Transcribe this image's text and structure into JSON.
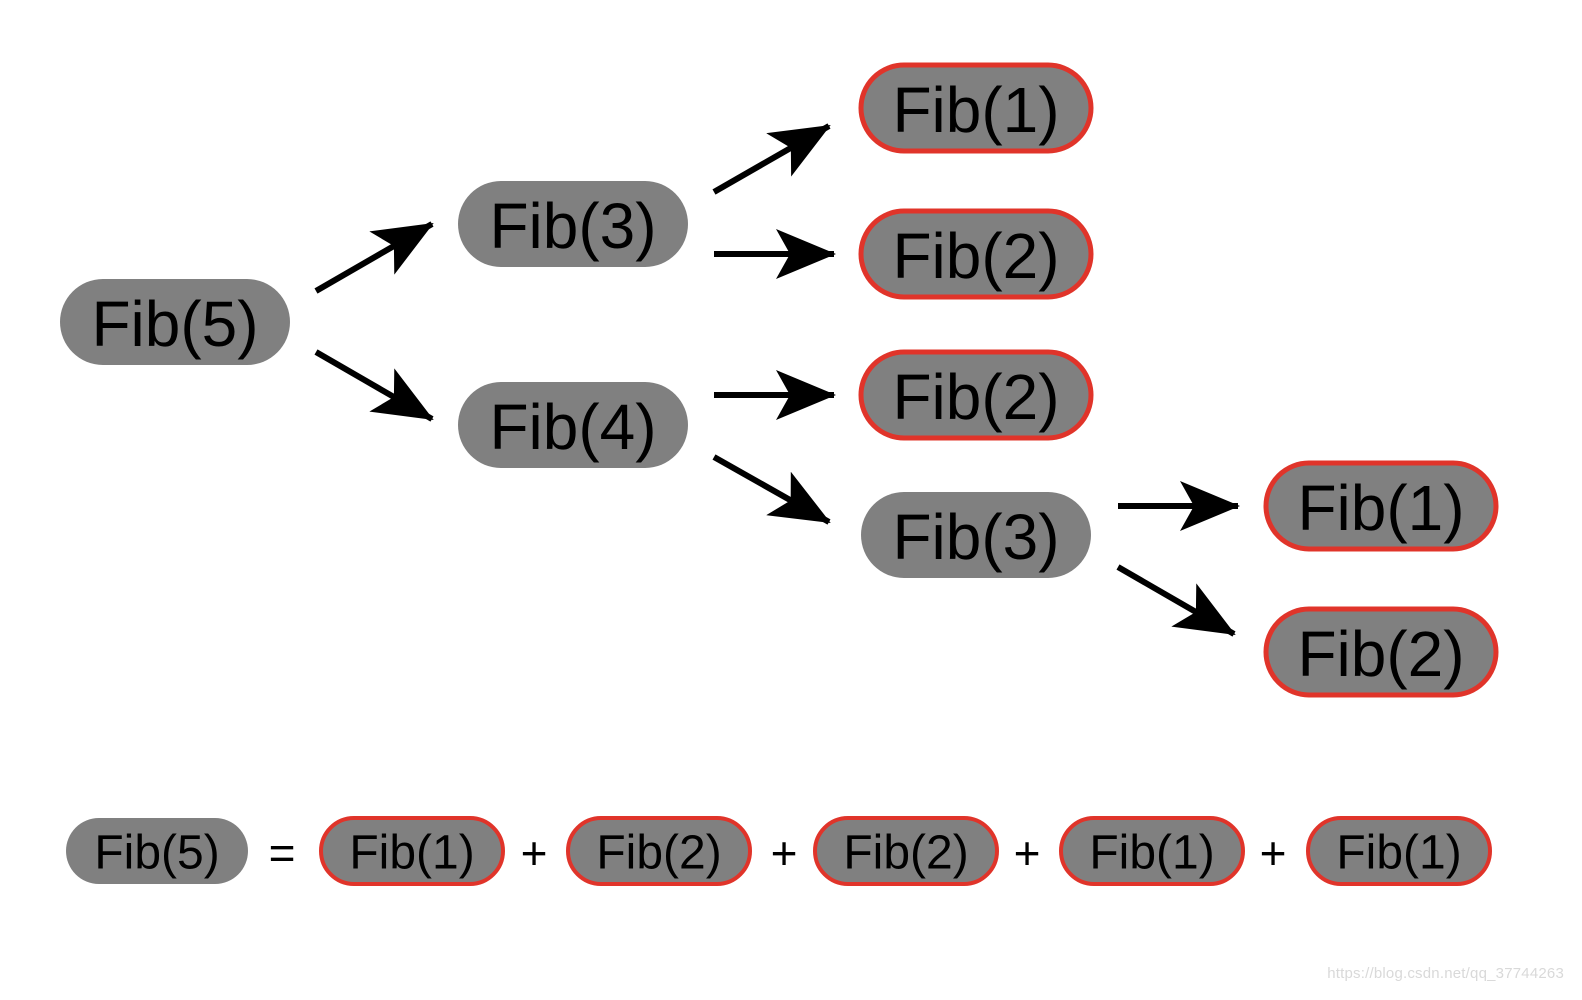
{
  "colors": {
    "node_fill": "#808080",
    "leaf_border": "#e0342a",
    "arrow": "#000000",
    "text": "#000000",
    "watermark": "#d9d9d9"
  },
  "tree": {
    "nodes": [
      {
        "id": "n1",
        "label": "Fib(5)",
        "leaf": false
      },
      {
        "id": "n2",
        "label": "Fib(3)",
        "leaf": false
      },
      {
        "id": "n3",
        "label": "Fib(4)",
        "leaf": false
      },
      {
        "id": "n4",
        "label": "Fib(1)",
        "leaf": true
      },
      {
        "id": "n5",
        "label": "Fib(2)",
        "leaf": true
      },
      {
        "id": "n6",
        "label": "Fib(2)",
        "leaf": true
      },
      {
        "id": "n7",
        "label": "Fib(3)",
        "leaf": false
      },
      {
        "id": "n8",
        "label": "Fib(1)",
        "leaf": true
      },
      {
        "id": "n9",
        "label": "Fib(2)",
        "leaf": true
      }
    ],
    "edges": [
      {
        "from": "n1",
        "to": "n2"
      },
      {
        "from": "n1",
        "to": "n3"
      },
      {
        "from": "n2",
        "to": "n4"
      },
      {
        "from": "n2",
        "to": "n5"
      },
      {
        "from": "n3",
        "to": "n6"
      },
      {
        "from": "n3",
        "to": "n7"
      },
      {
        "from": "n7",
        "to": "n8"
      },
      {
        "from": "n7",
        "to": "n9"
      }
    ]
  },
  "equation": {
    "lhs": "Fib(5)",
    "equals": "=",
    "plus": "+",
    "terms": [
      "Fib(1)",
      "Fib(2)",
      "Fib(2)",
      "Fib(1)",
      "Fib(1)"
    ]
  },
  "watermark": "https://blog.csdn.net/qq_37744263"
}
